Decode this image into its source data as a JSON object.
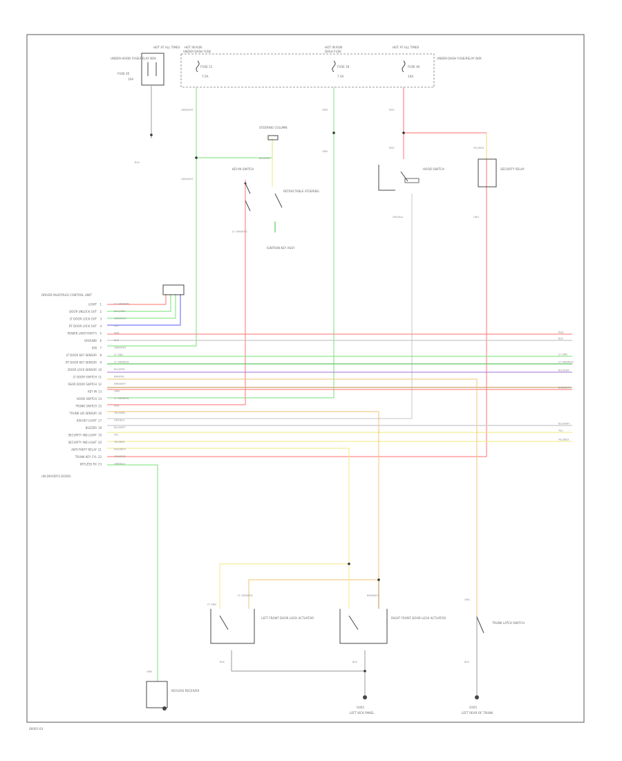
{
  "diagram": {
    "figure_id": "00001-03",
    "module_title": "DRIVER MULTIPLEX CONTROL UNIT",
    "module_note": "(IN DRIVER'S DOOR)",
    "module_pins": [
      {
        "name": "LIGHT",
        "pin": "1",
        "wire": "LT GRN/BRN"
      },
      {
        "name": "DOOR UNLOCK OUT",
        "pin": "2",
        "wire": "BLU/GRN"
      },
      {
        "name": "LT DOOR LOCK OUT",
        "pin": "3",
        "wire": "GRN/WHT"
      },
      {
        "name": "RT DOOR LOCK OUT",
        "pin": "4",
        "wire": "BLU"
      },
      {
        "name": "POWER (ANTI-THEFT)",
        "pin": "5",
        "wire": "RED"
      },
      {
        "name": "GROUND",
        "pin": "6",
        "wire": "BLK"
      },
      {
        "name": "IGN",
        "pin": "7",
        "wire": "GRN/WHT"
      },
      {
        "name": "LT DOOR KEY SENSOR",
        "pin": "8",
        "wire": "LT GRN"
      },
      {
        "name": "RT DOOR KEY SENSOR",
        "pin": "9",
        "wire": "LT GRN/RED"
      },
      {
        "name": "DOOR LOCK SENSOR",
        "pin": "10",
        "wire": "BLU/RED"
      },
      {
        "name": "LT DOOR SWITCH",
        "pin": "11",
        "wire": "BRN/YEL"
      },
      {
        "name": "REAR DOOR SWITCH",
        "pin": "12",
        "wire": "BRN/WHT"
      },
      {
        "name": "KEY IN",
        "pin": "13",
        "wire": "GRN"
      },
      {
        "name": "HOOD SWITCH",
        "pin": "14",
        "wire": "LT GRN/RED"
      },
      {
        "name": "TRUNK SWITCH",
        "pin": "15",
        "wire": "RED"
      },
      {
        "name": "TRUNK LID SENSOR",
        "pin": "16",
        "wire": "YEL/GRN"
      },
      {
        "name": "IGN KEY LIGHT",
        "pin": "17",
        "wire": "GRY/BLU"
      },
      {
        "name": "BUZZER",
        "pin": "18",
        "wire": "BLU/WHT"
      },
      {
        "name": "SECURITY IND LIGHT",
        "pin": "19",
        "wire": "YEL"
      },
      {
        "name": "SECURITY IND LIGHT",
        "pin": "20",
        "wire": "YEL/RED"
      },
      {
        "name": "ANTI-THEFT RELAY",
        "pin": "21",
        "wire": "RED/WHT"
      },
      {
        "name": "TRUNK KEY CYL",
        "pin": "22",
        "wire": "GRN/RED"
      },
      {
        "name": "KEYLESS RX",
        "pin": "23",
        "wire": "GRN/BLU"
      }
    ],
    "fuse_blocks": [
      {
        "id": "fb1",
        "title": "HOT AT ALL TIMES",
        "name": "UNDER-HOOD FUSE/RELAY BOX",
        "fuse": "FUSE 45",
        "amp": "10A"
      },
      {
        "id": "fb2",
        "title": "HOT IN RUN",
        "name": "UNDER-DASH FUSE",
        "fuse": "FUSE 21",
        "amp": "7.5A"
      },
      {
        "id": "fb3",
        "title": "HOT IN RUN",
        "name": "DASH FUSE",
        "fuse": "FUSE 18",
        "amp": "7.5A"
      },
      {
        "id": "fb4",
        "title": "HOT AT ALL TIMES",
        "name": "UNDER-DASH FUSE/RELAY BOX",
        "fuse": "FUSE 46",
        "amp": "10A"
      }
    ],
    "components": {
      "sw1": "RETRACTABLE STEERING",
      "sw2": "KEY-IN SWITCH",
      "sw3": "HOOD SWITCH",
      "relay": "SECURITY RELAY",
      "steer_title": "STEERING COLUMN",
      "steer_note": "IGNITION KEY ASSY",
      "ldoor": "LEFT FRONT DOOR LOCK ACTUATOR",
      "rdoor": "RIGHT FRONT DOOR LOCK ACTUATOR",
      "trunk": "TRUNK LATCH SWITCH",
      "keyless": "KEYLESS RECEIVER",
      "g1": "G401",
      "g2": "G501",
      "gnd1_lbl": "LEFT KICK PANEL",
      "gnd2_lbl": "LEFT REAR OF TRUNK"
    },
    "wire_labels": {
      "w_red_top": "RED",
      "w_grn_top": "GRN/WHT",
      "w_blk_top": "BLK",
      "w_gry": "GRY/BLU",
      "w_yel": "YEL/RED",
      "w_ltgrn": "LT GRN/RED",
      "w_blu": "BLU/RED",
      "w_brn": "BRN/WHT",
      "w_blk_bot": "BLK",
      "w_ltgrn2": "LT GRN",
      "w_grn2": "GRN",
      "w_org": "ORG"
    },
    "right_edge_labels": [
      "RED",
      "BLK",
      "LT GRN",
      "LT GRN/RED",
      "BLU/RED",
      "BRN/WHT",
      "BLU/WHT",
      "YEL",
      "YEL/RED"
    ],
    "colors": {
      "red": "#ff8a8a",
      "green": "#8ee68e",
      "yellow": "#f2ec96",
      "blue": "#7a7aff",
      "gray": "#c8c8c8",
      "orange": "#f4cc8c",
      "brown": "#c8a46a",
      "purple": "#b48cd6",
      "pink": "#f4a8c8",
      "dkgreen": "#5ec85e"
    }
  }
}
